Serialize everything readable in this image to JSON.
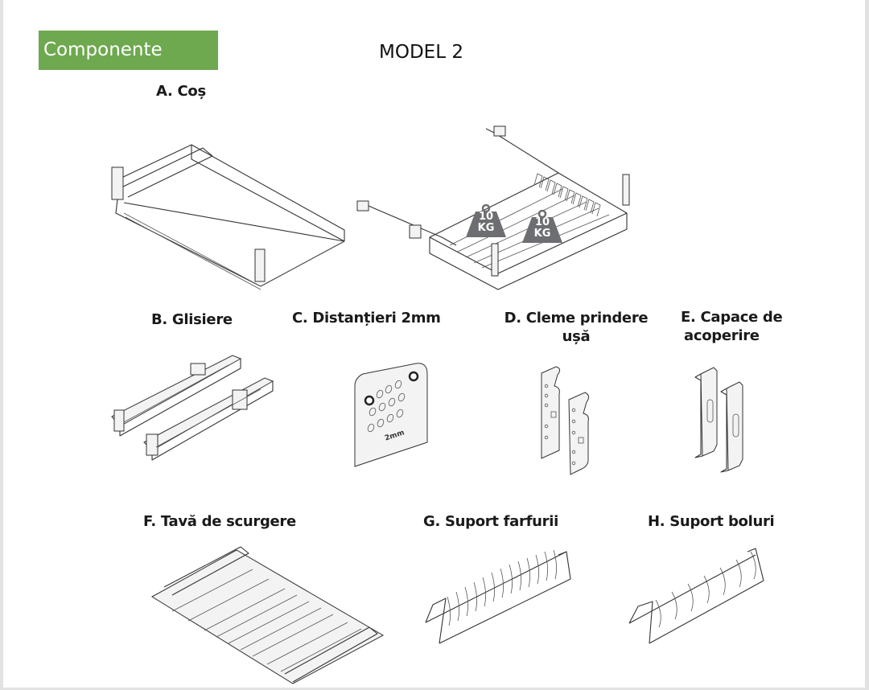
{
  "header": {
    "section_title": "Componente",
    "model_title": "MODEL 2"
  },
  "components": [
    {
      "key": "A",
      "label": "A. Coș"
    },
    {
      "key": "B",
      "label": "B. Glisiere"
    },
    {
      "key": "C",
      "label": "C. Distanțieri 2mm"
    },
    {
      "key": "D",
      "label_line1": "D. Cleme prindere",
      "label_line2": "ușă"
    },
    {
      "key": "E",
      "label_line1": "E. Capace de",
      "label_line2": "acoperire"
    },
    {
      "key": "F",
      "label": "F. Tavă de scurgere"
    },
    {
      "key": "G",
      "label": "G. Suport farfurii"
    },
    {
      "key": "H",
      "label": "H. Suport boluri"
    }
  ],
  "illustrations": {
    "basket_weights": [
      {
        "value": "10",
        "unit": "KG"
      },
      {
        "value": "10",
        "unit": "KG"
      }
    ],
    "spacer_marking": "2mm"
  },
  "colors": {
    "accent_green": "#6ea84f",
    "weight_gray": "#6d6e71"
  }
}
